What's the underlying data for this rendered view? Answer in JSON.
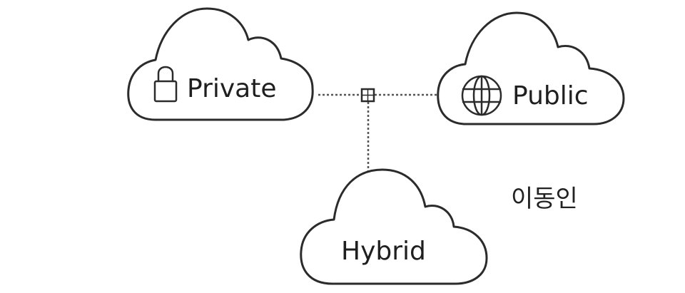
{
  "clouds": {
    "private": {
      "label": "Private",
      "icon": "lock-icon"
    },
    "public": {
      "label": "Public",
      "icon": "globe-icon"
    },
    "hybrid": {
      "label": "Hybrid"
    }
  },
  "author": "이동인",
  "colors": {
    "ink": "#2b2b2b",
    "connector": "#555555",
    "background": "#ffffff"
  }
}
